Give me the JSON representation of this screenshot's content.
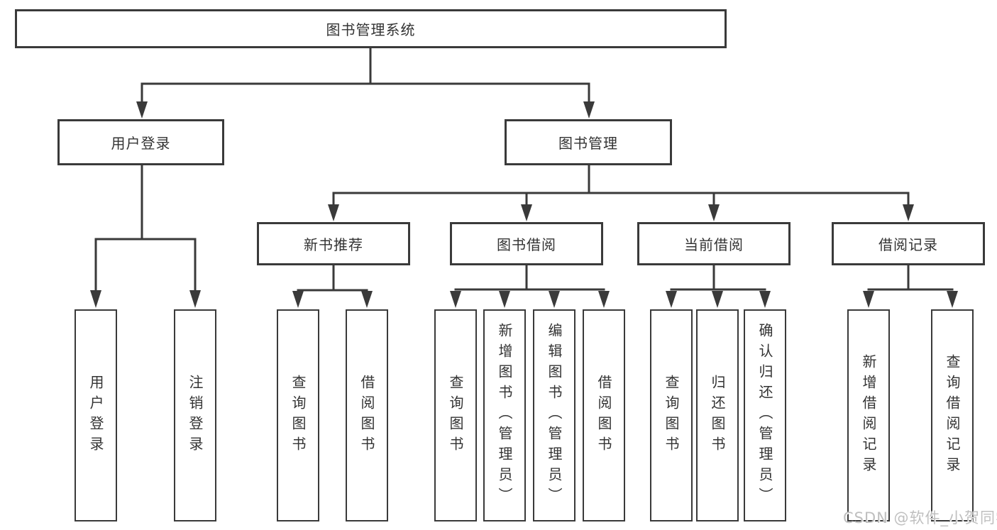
{
  "tree": {
    "root": {
      "label": "图书管理系统"
    },
    "user_branch": {
      "label": "用户登录",
      "children": [
        {
          "label": "用户登录"
        },
        {
          "label": "注销登录"
        }
      ]
    },
    "book_branch": {
      "label": "图书管理",
      "children": [
        {
          "label": "新书推荐",
          "children": [
            {
              "label": "查询图书"
            },
            {
              "label": "借阅图书"
            }
          ]
        },
        {
          "label": "图书借阅",
          "children": [
            {
              "label": "查询图书"
            },
            {
              "label": "新增图书（管理员）"
            },
            {
              "label": "编辑图书（管理员）"
            },
            {
              "label": "借阅图书"
            }
          ]
        },
        {
          "label": "当前借阅",
          "children": [
            {
              "label": "查询图书"
            },
            {
              "label": "归还图书"
            },
            {
              "label": "确认归还（管理员）"
            }
          ]
        },
        {
          "label": "借阅记录",
          "children": [
            {
              "label": "新增借阅记录"
            },
            {
              "label": "查询借阅记录"
            }
          ]
        }
      ]
    }
  },
  "watermark": {
    "text": "CSDN @软件_小贺同学",
    "color": "#bfbfbf"
  },
  "colors": {
    "line": "#3a3a3a",
    "text": "#333333",
    "background": "#ffffff"
  }
}
